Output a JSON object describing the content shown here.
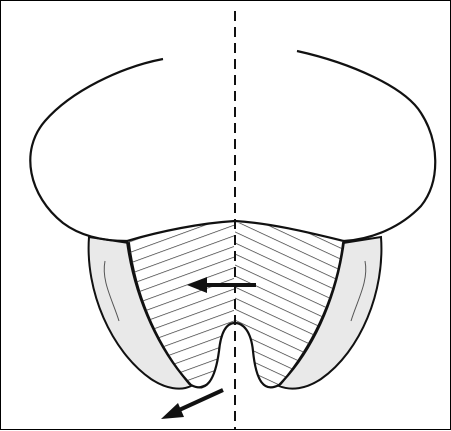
{
  "figure": {
    "description_visible_text": "",
    "colors": {
      "stroke": "#111111",
      "hatch": "#333333",
      "fill_light": "#e9e9e9",
      "background": "#ffffff"
    },
    "arrows": [
      {
        "name": "medial-arrow",
        "direction": "left"
      },
      {
        "name": "lower-left-arrow",
        "direction": "down-left"
      }
    ]
  }
}
